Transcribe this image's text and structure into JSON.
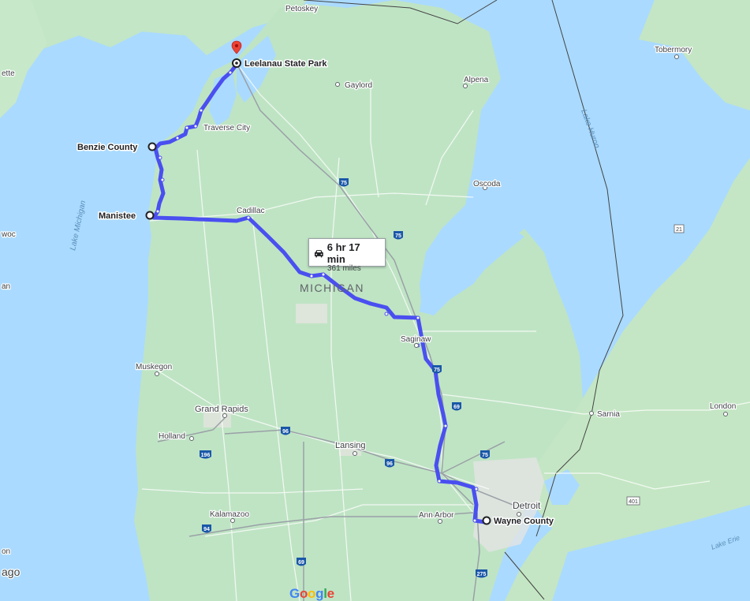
{
  "map": {
    "state_label": "MICHIGAN",
    "route": {
      "duration": "6 hr 17 min",
      "distance": "361 miles",
      "color": "#4a4ff0"
    },
    "waypoints": [
      {
        "name": "Leelanau State Park"
      },
      {
        "name": "Benzie County"
      },
      {
        "name": "Manistee"
      },
      {
        "name": "Wayne County"
      }
    ],
    "cities": [
      "Petoskey",
      "Gaylord",
      "Alpena",
      "Traverse City",
      "Cadillac",
      "Oscoda",
      "Saginaw",
      "Muskegon",
      "Grand Rapids",
      "Holland",
      "Lansing",
      "Ann Arbor",
      "Detroit",
      "Kalamazoo",
      "Sarnia",
      "London",
      "Tobermory"
    ],
    "partial_labels": [
      "ette",
      "woc",
      "an",
      "on",
      "ago"
    ],
    "water_labels": [
      "Lake Michigan",
      "Lake Huron",
      "Lake Erie"
    ],
    "shields": [
      "75",
      "75",
      "75",
      "69",
      "196",
      "96",
      "96",
      "75",
      "94",
      "69",
      "275",
      "21",
      "401"
    ],
    "logo": "Google",
    "colors": {
      "water": "#aadaff",
      "land": "#bfe4c4",
      "route": "#4a4ff0"
    }
  }
}
